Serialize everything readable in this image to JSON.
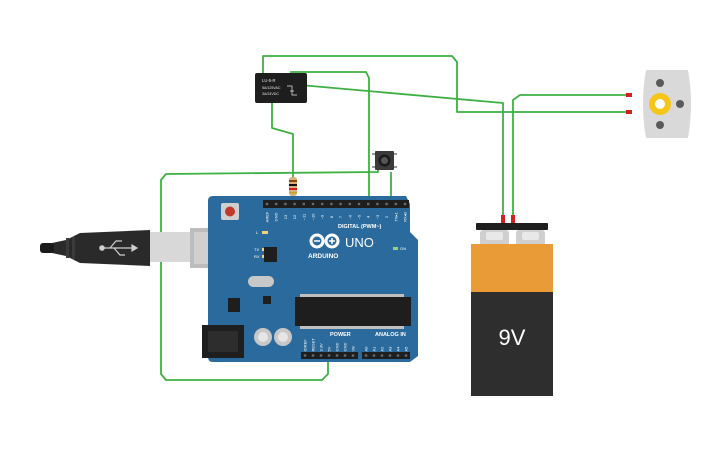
{
  "colors": {
    "wire_green": "#3cb043",
    "arduino_blue": "#2a6a9c",
    "arduino_light": "#2f7fb6",
    "battery_orange": "#e99b37",
    "battery_dark": "#2e2e2e",
    "motor_gray": "#d9d9d9",
    "gear_yellow": "#f5c518",
    "usb_black": "#2a2a2a"
  },
  "arduino": {
    "brand": "ARDUINO",
    "model": "UNO",
    "digital_label": "DIGITAL (PWM~)",
    "power_label": "POWER",
    "analog_label": "ANALOG IN",
    "on_label": "ON",
    "l_label": "L",
    "tx_label": "TX",
    "rx_label": "RX",
    "top_pins": [
      "AREF",
      "GND",
      "13",
      "12",
      "~11",
      "~10",
      "~9",
      "8",
      "7",
      "~6",
      "~5",
      "4",
      "~3",
      "2",
      "TX▸1",
      "RX◂0"
    ],
    "power_pins": [
      "IOREF",
      "RESET",
      "3.3V",
      "5V",
      "GND",
      "GND",
      "Vin"
    ],
    "analog_pins": [
      "A0",
      "A1",
      "A2",
      "A3",
      "A4",
      "A5"
    ]
  },
  "relay": {
    "model": "LU-5-R",
    "line1": "5A/125VAC",
    "line2": "3A/24VDC"
  },
  "battery": {
    "label": "9V"
  },
  "icons": {
    "usb": "usb-icon",
    "motor_gear": "gear-icon"
  }
}
